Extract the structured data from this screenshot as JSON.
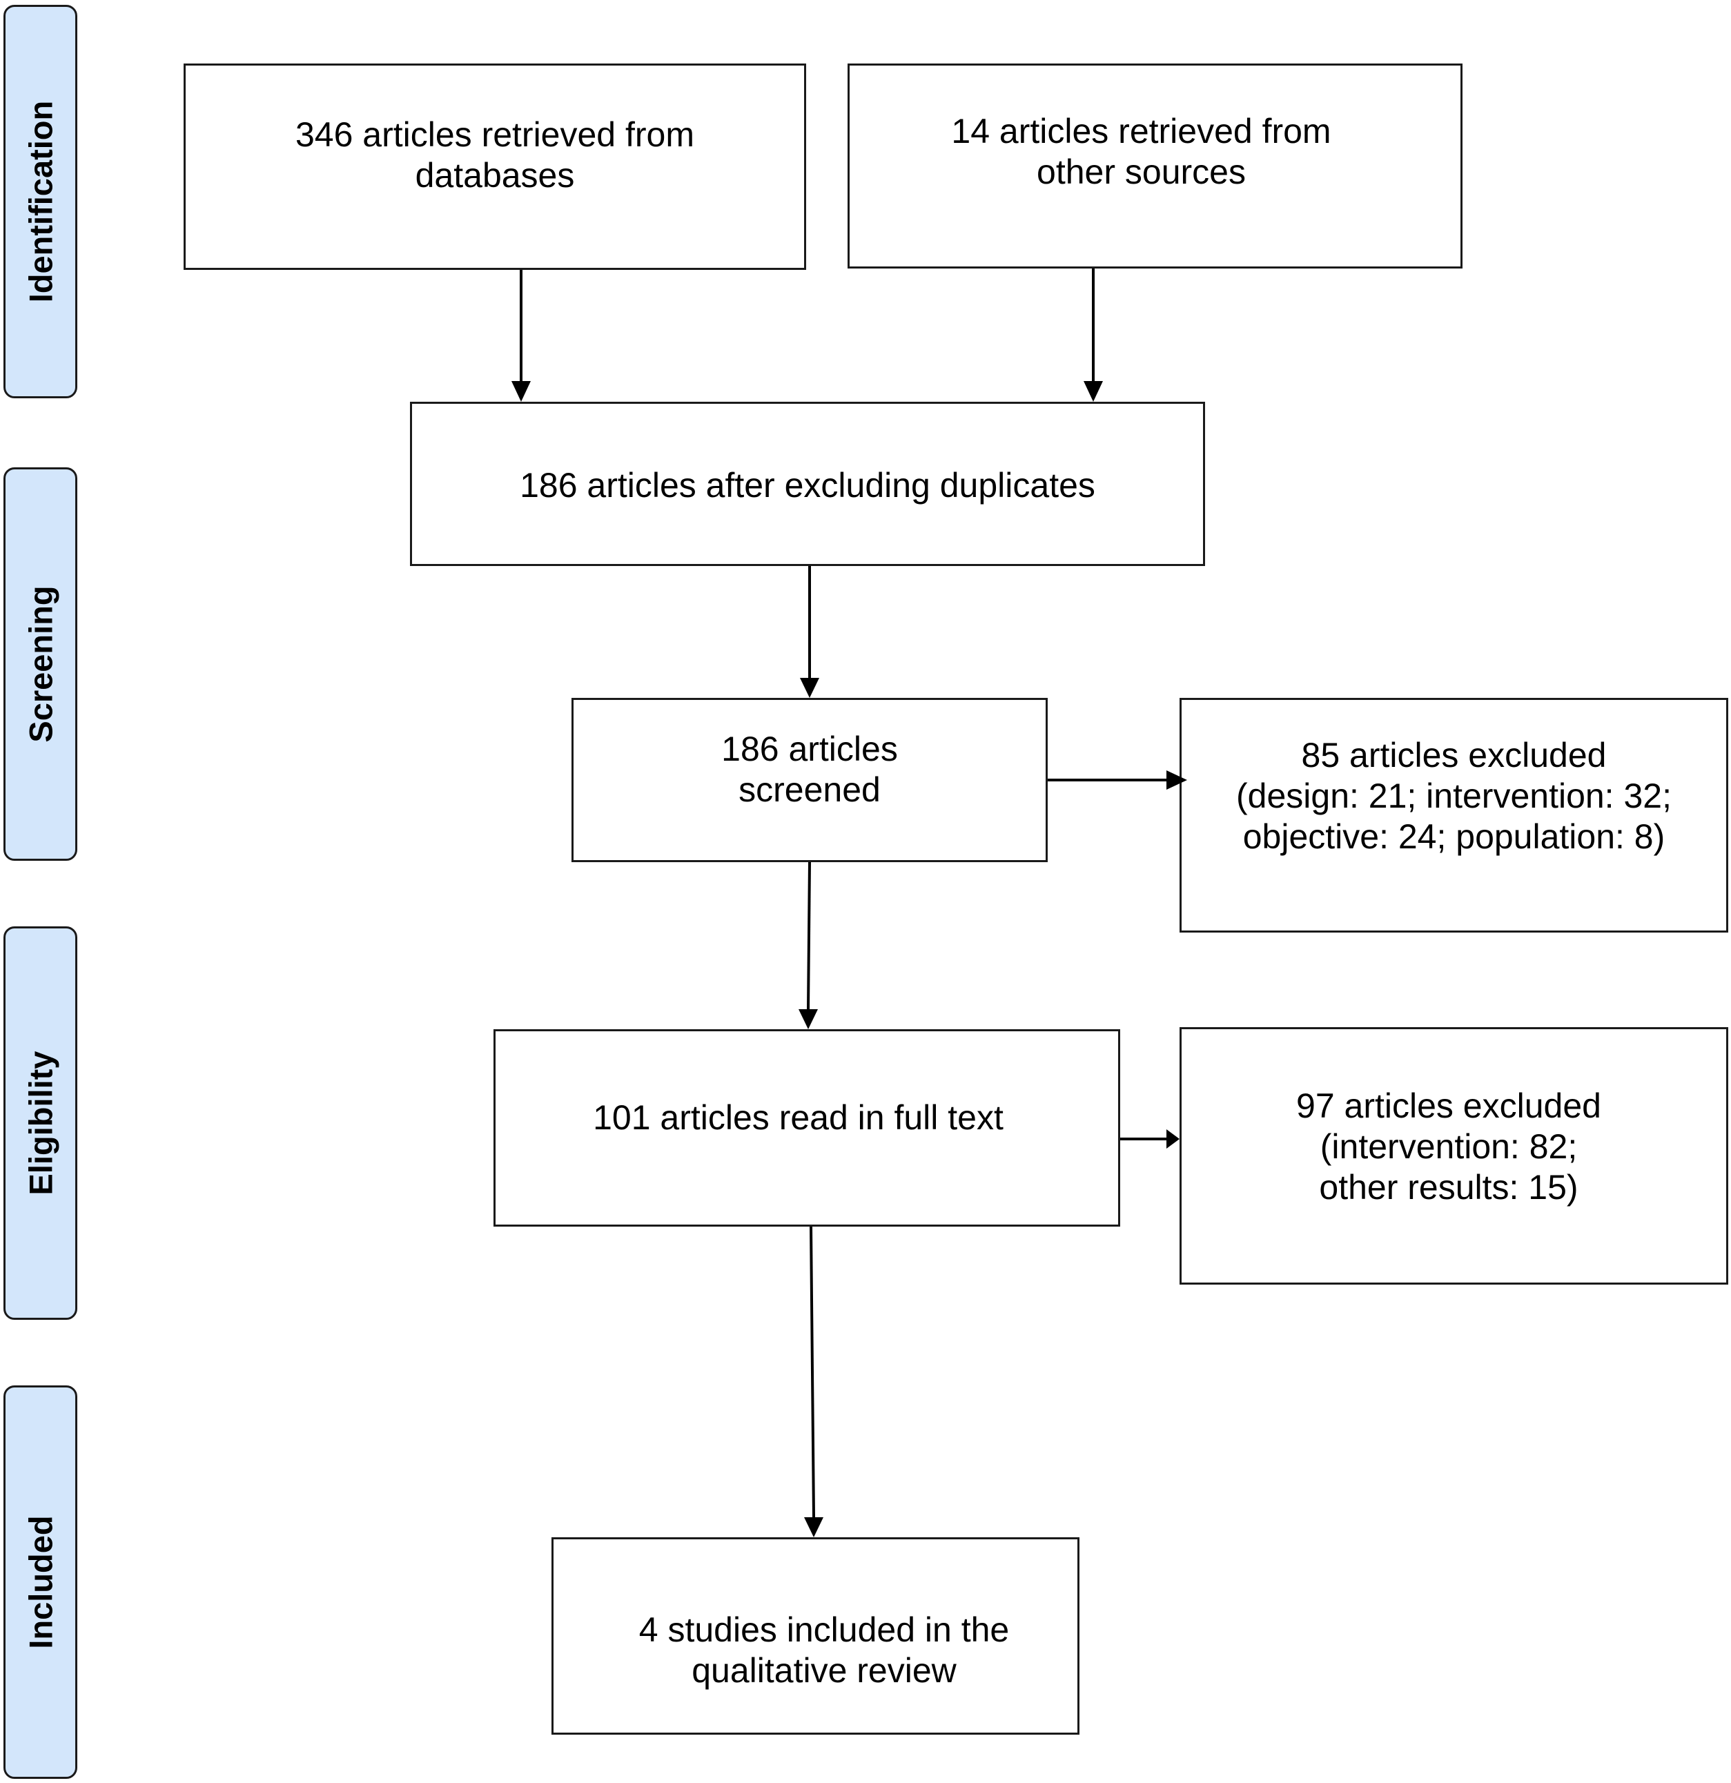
{
  "phases": {
    "identification": "Identification",
    "screening": "Screening",
    "eligibility": "Eligibility",
    "included": "Included"
  },
  "boxes": {
    "databases": "346 articles retrieved from\ndatabases",
    "other_sources": "14 articles retrieved from\nother sources",
    "after_duplicates": "186 articles after excluding duplicates",
    "screened": "186 articles\nscreened",
    "excluded_screening": "85 articles excluded\n(design: 21; intervention: 32;\nobjective: 24; population: 8)",
    "full_text": "101 articles read in full text",
    "excluded_eligibility": "97 articles excluded\n(intervention: 82;\nother results: 15)",
    "included": "4 studies included in the\nqualitative review"
  }
}
